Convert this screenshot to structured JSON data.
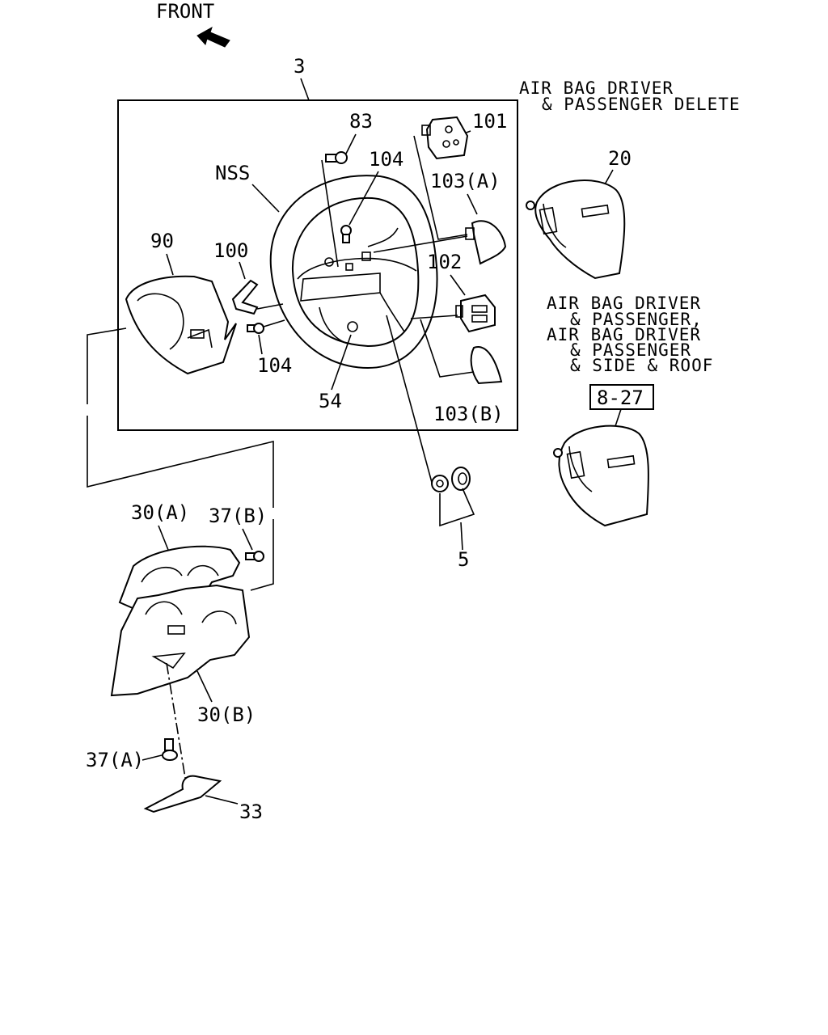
{
  "direction": "FRONT",
  "notes": {
    "delete_line1": "AIR BAG DRIVER",
    "delete_line2": "& PASSENGER DELETE",
    "variant_lines": [
      "AIR BAG DRIVER",
      "& PASSENGER,",
      "AIR BAG DRIVER",
      "& PASSENGER",
      "& SIDE & ROOF"
    ]
  },
  "reference": "8-27",
  "callouts": {
    "assembly": "3",
    "screw_top": "83",
    "switch_right": "101",
    "nss": "NSS",
    "bolt_mid": "104",
    "cover_a": "103(A)",
    "lower_cover": "90",
    "bracket": "100",
    "switch_lower": "102",
    "bolt_low": "104",
    "nut": "54",
    "cover_b": "103(B)",
    "airbag": "20",
    "washer_nut": "5",
    "column_upper": "30(A)",
    "screw_b": "37(B)",
    "column_lower": "30(B)",
    "screw_a": "37(A)",
    "tray": "33"
  }
}
